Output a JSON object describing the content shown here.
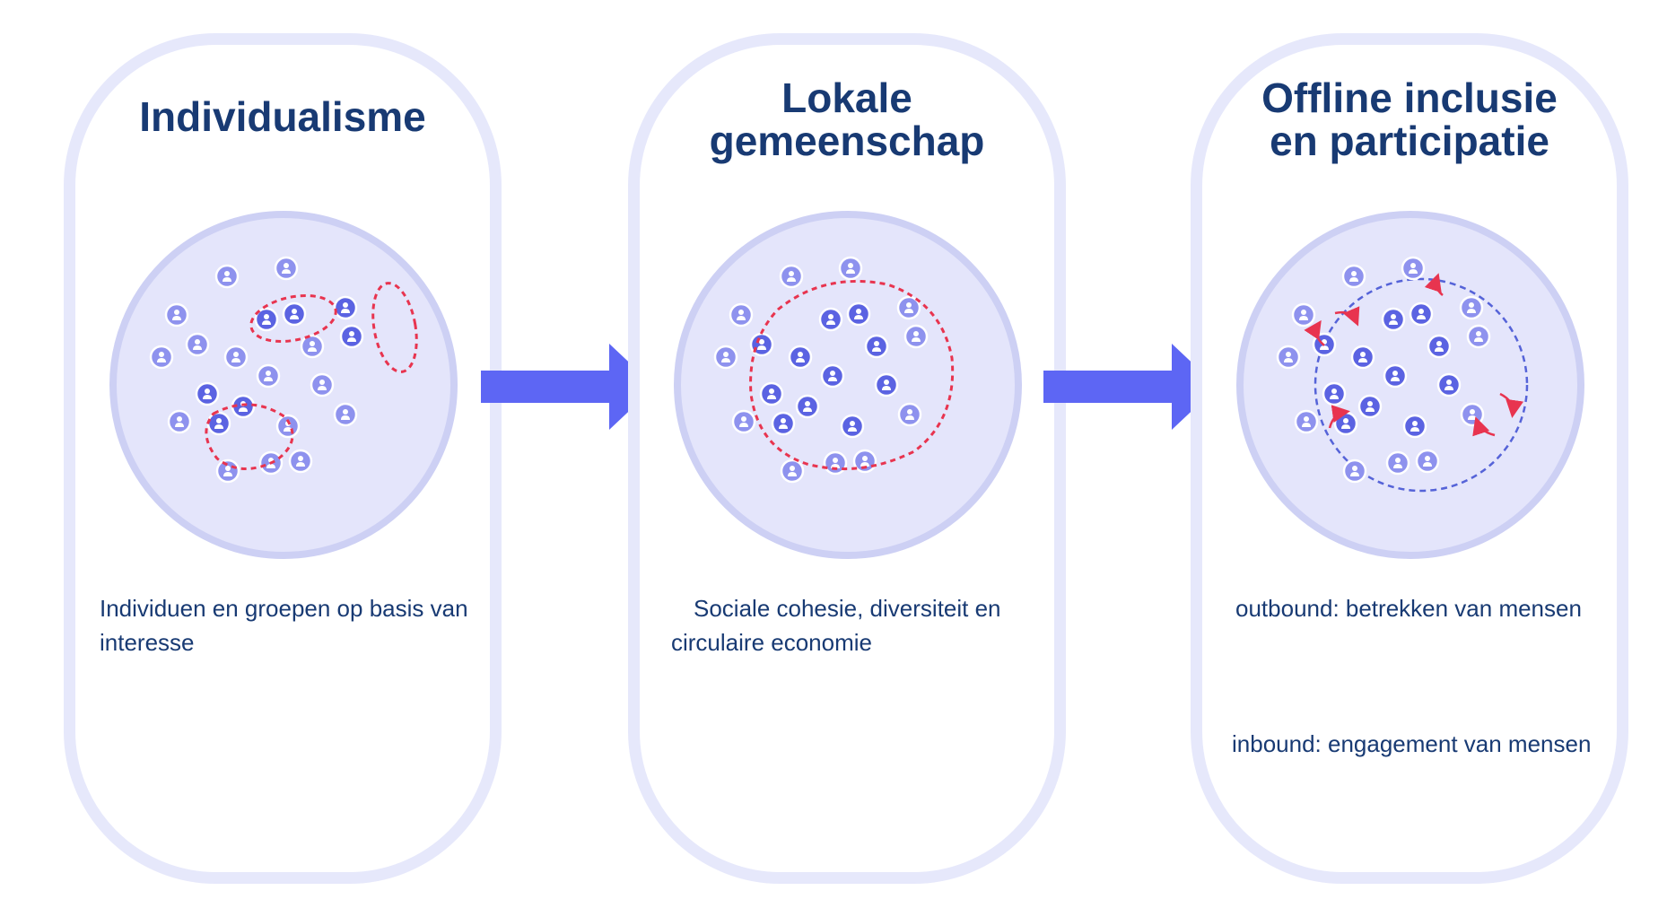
{
  "stages": [
    {
      "title_lines": [
        "Individualisme"
      ],
      "description_lines": [
        "Individuen en groepen op basis van",
        "interesse"
      ]
    },
    {
      "title_lines": [
        "Lokale",
        "gemeenschap"
      ],
      "description_lines": [
        "Sociale cohesie, diversiteit en",
        "circulaire economie"
      ]
    },
    {
      "title_lines": [
        "Offline inclusie",
        "en participatie"
      ],
      "description_lines": [
        "outbound: betrekken van mensen",
        "inbound: engagement van mensen"
      ]
    }
  ],
  "colors": {
    "title": "#183a73",
    "panel_border": "#e6e8fb",
    "circle_fill": "#e4e5fb",
    "circle_border": "#cdd0f4",
    "person_light": "#8e92ee",
    "person_dark": "#5b63e2",
    "arrow": "#5d66f4",
    "red_group": "#e8344f",
    "blue_boundary": "#5563d8"
  },
  "icons": {
    "person": "person-icon",
    "arrow": "arrow-right-icon",
    "curved_arrow": "curved-arrow-icon"
  }
}
